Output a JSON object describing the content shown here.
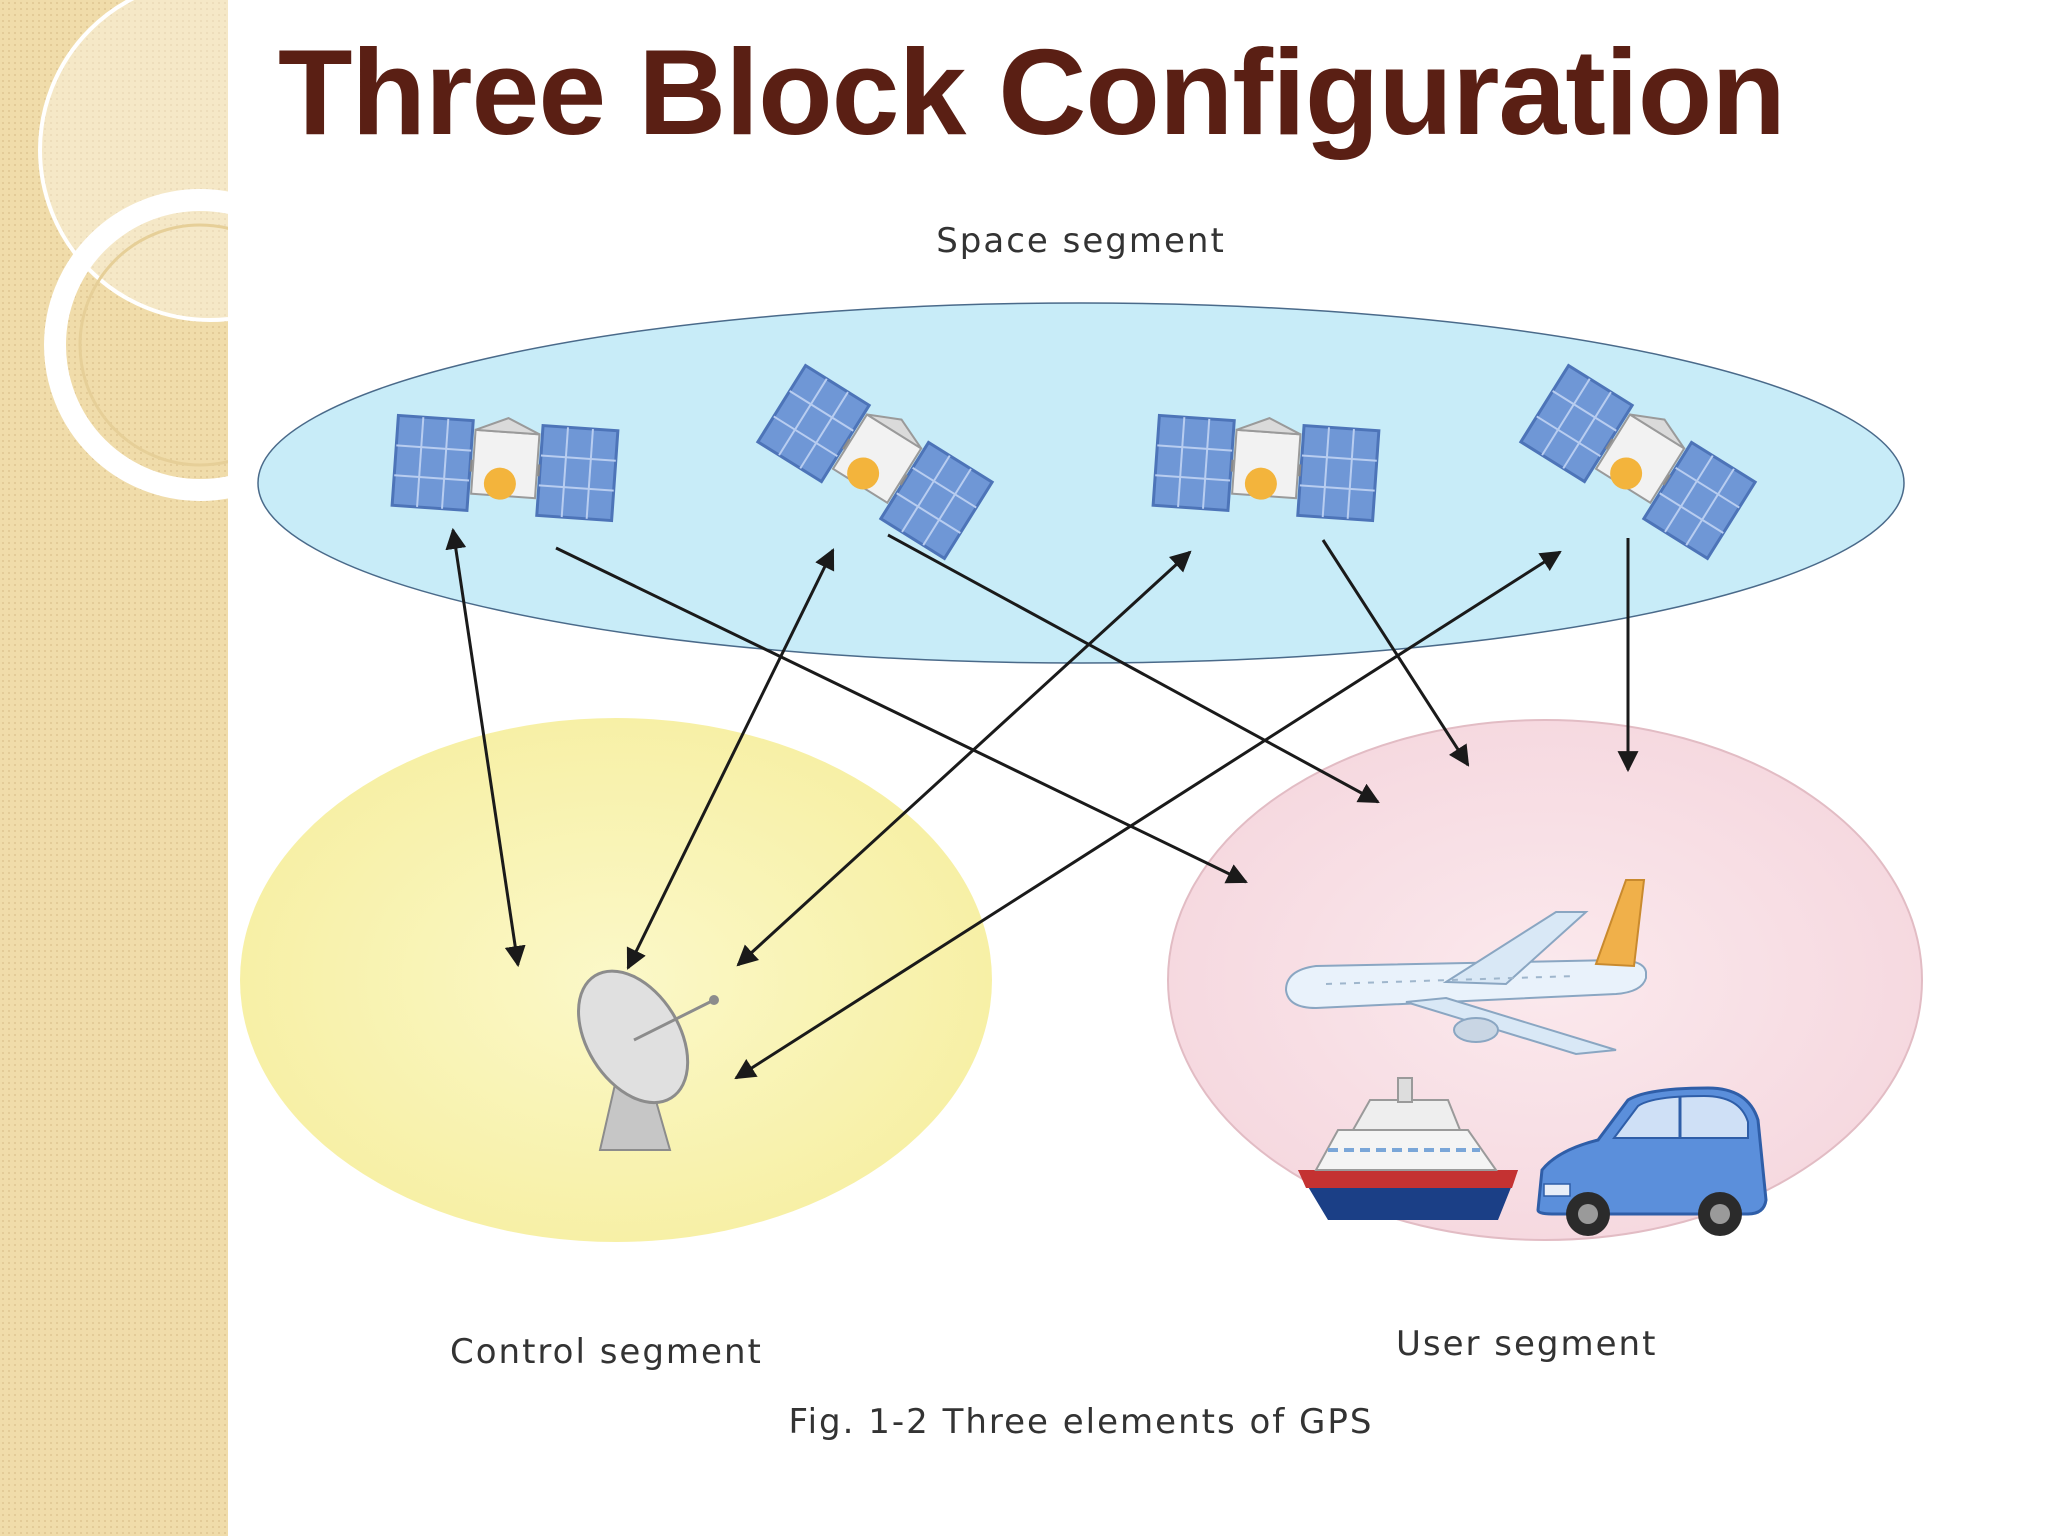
{
  "slide": {
    "title": "Three Block Configuration"
  },
  "diagram": {
    "space_label": "Space segment",
    "control_label": "Control segment",
    "user_label": "User segment",
    "caption": "Fig. 1-2 Three elements of GPS"
  },
  "colors": {
    "title": "#5a1f14",
    "sidebar": "#f0dcaa",
    "space_fill": "#c8ecf8",
    "control_fill": "#faf5b4",
    "user_fill": "#f9dfe5",
    "arrow": "#1a1a1a"
  },
  "icons": [
    "satellite-icon",
    "satellite-dish-icon",
    "airplane-icon",
    "ship-icon",
    "car-icon"
  ]
}
